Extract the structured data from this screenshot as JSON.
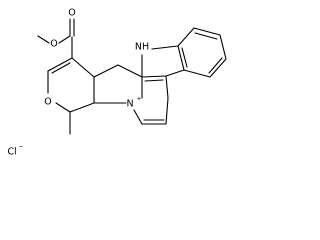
{
  "molecule": {
    "atoms": {
      "ester_o_methyl": "O",
      "ester_o_carbonyl": "O",
      "ring_o": "O",
      "indole_nh": "NH",
      "pyridinium_n": "N",
      "pyridinium_charge": "+",
      "counterion": "Cl",
      "counterion_charge": "−"
    }
  }
}
